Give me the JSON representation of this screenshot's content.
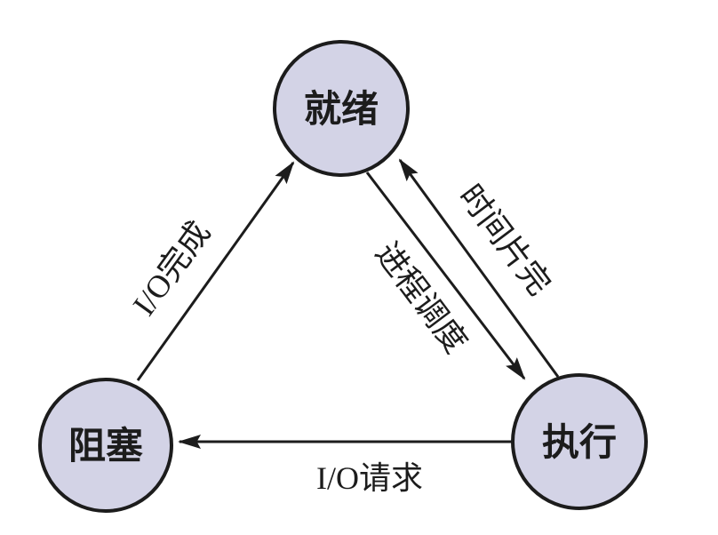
{
  "diagram": {
    "kind": "process-state-transition-diagram",
    "nodes": [
      {
        "id": "ready",
        "label": "就绪"
      },
      {
        "id": "blocked",
        "label": "阻塞"
      },
      {
        "id": "running",
        "label": "执行"
      }
    ],
    "edges": [
      {
        "id": "io-complete",
        "label": "I/O完成",
        "from": "blocked",
        "to": "ready"
      },
      {
        "id": "process-scheduling",
        "label": "进程调度",
        "from": "ready",
        "to": "running"
      },
      {
        "id": "time-slice-expired",
        "label": "时间片完",
        "from": "running",
        "to": "ready"
      },
      {
        "id": "io-request",
        "label": "I/O请求",
        "from": "running",
        "to": "blocked"
      }
    ],
    "colors": {
      "background": "#ffffff",
      "node_fill": "#d3d3e6",
      "node_stroke": "#1c1c1c",
      "edge_color": "#1c1c1c",
      "text_color": "#1c1c1c"
    }
  }
}
